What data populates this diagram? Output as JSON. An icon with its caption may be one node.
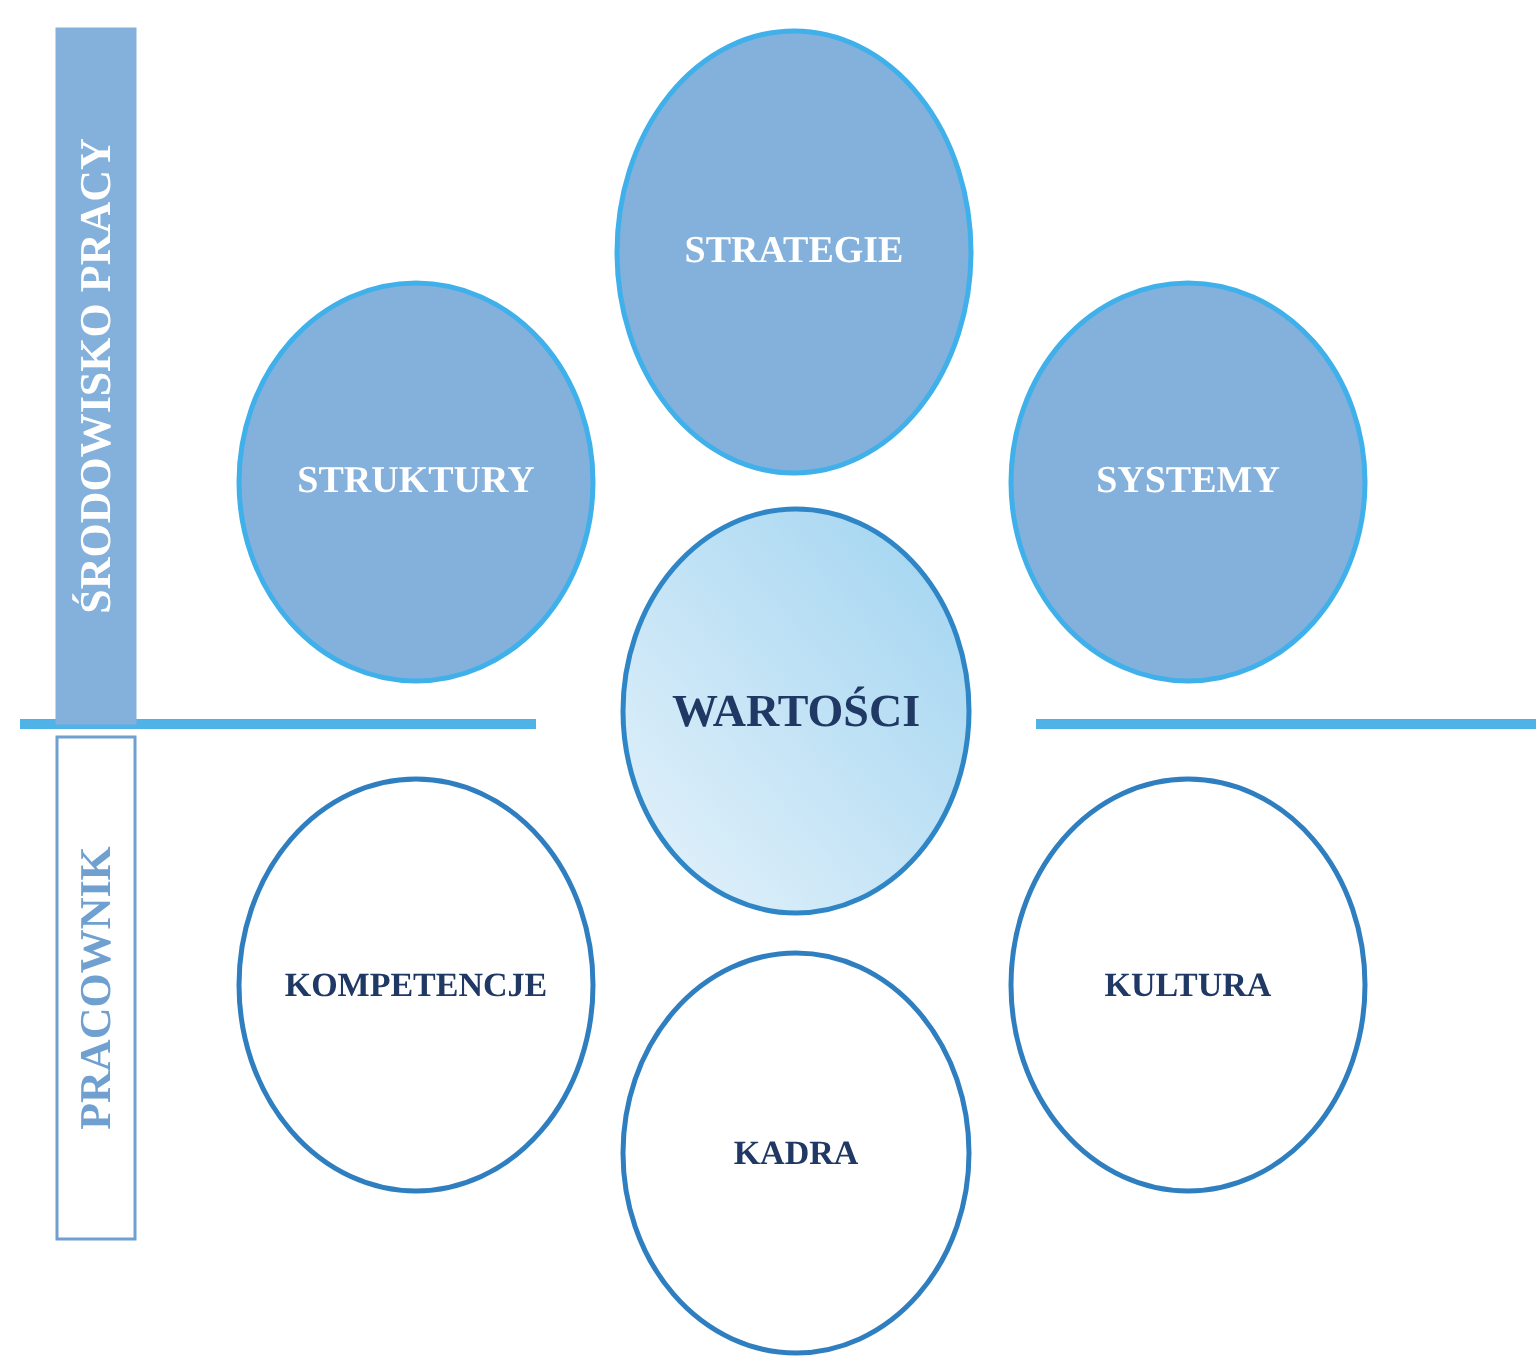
{
  "diagram": {
    "nodes": [
      {
        "text": [
          "ŚRODOWISKO PRACY"
        ]
      },
      {
        "text": [
          "STRATEGIE"
        ]
      },
      {
        "text": [
          "STRUKTURY"
        ]
      },
      {
        "text": [
          "SYSTEMY"
        ]
      },
      {
        "text": [
          "WARTOŚCI"
        ]
      },
      {
        "text": [
          "PRACOWNIK"
        ]
      },
      {
        "text": [
          "KOMPETENCJE"
        ]
      },
      {
        "text": [
          "KULTURA"
        ]
      },
      {
        "text": [
          "KADRA"
        ]
      }
    ]
  }
}
